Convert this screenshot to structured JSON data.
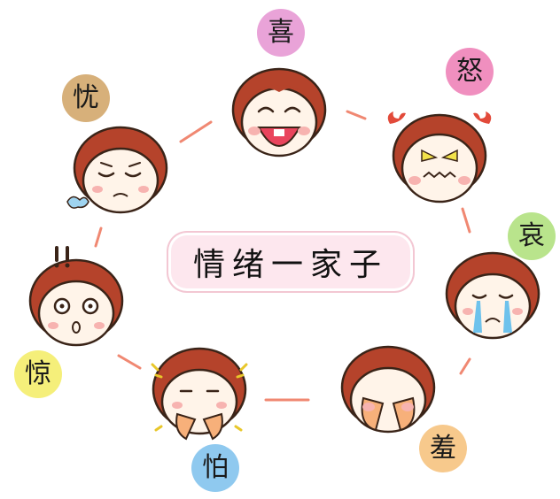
{
  "title": "情绪一家子",
  "emotions": [
    {
      "label": "喜",
      "color": "#e9a3d8"
    },
    {
      "label": "怒",
      "color": "#f08fbf"
    },
    {
      "label": "哀",
      "color": "#b9e48c"
    },
    {
      "label": "羞",
      "color": "#f7c98c"
    },
    {
      "label": "怕",
      "color": "#8fc9ef"
    },
    {
      "label": "惊",
      "color": "#f5ef7a"
    },
    {
      "label": "忧",
      "color": "#d7b07a"
    }
  ],
  "colors": {
    "hair": "#b5432b",
    "skin": "#fff4e9",
    "outline": "#3a2418",
    "cheek": "#f7b3b0",
    "connector": "#f08872"
  }
}
